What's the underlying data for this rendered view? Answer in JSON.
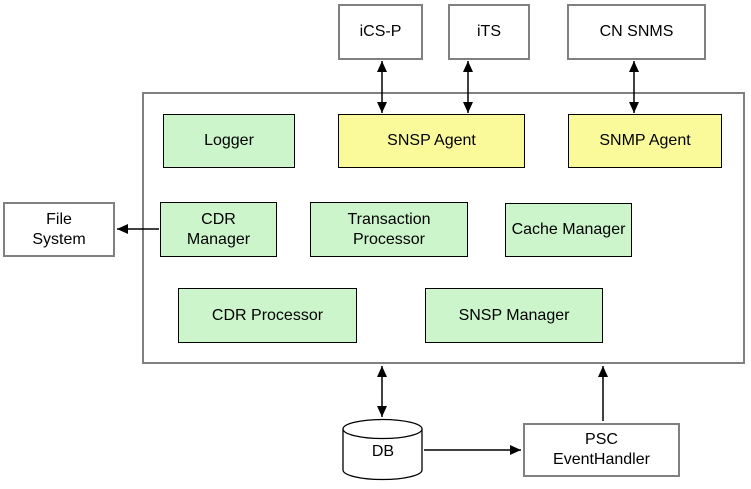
{
  "labels": {
    "icsp": "iCS-P",
    "its": "iTS",
    "cn_snms": "CN SNMS",
    "logger": "Logger",
    "snsp_agent": "SNSP Agent",
    "snmp_agent": "SNMP Agent",
    "file_system": "File\nSystem",
    "cdr_manager": "CDR\nManager",
    "transaction_processor": "Transaction\nProcessor",
    "cache_manager": "Cache Manager",
    "cdr_processor": "CDR Processor",
    "snsp_manager": "SNSP Manager",
    "db": "DB",
    "psc_eventhandler": "PSC\nEventHandler"
  },
  "colors": {
    "module_green": "#CCF5CC",
    "agent_yellow": "#FAFA9B",
    "outer_box_border": "#808080",
    "module_border": "#000000",
    "arrow": "#000000",
    "background": "#ffffff",
    "text": "#000000"
  },
  "edges": [
    {
      "from": "iCS-P",
      "to": "SNSP Agent",
      "type": "bidirectional"
    },
    {
      "from": "iTS",
      "to": "SNSP Agent",
      "type": "bidirectional"
    },
    {
      "from": "CN SNMS",
      "to": "SNMP Agent",
      "type": "bidirectional"
    },
    {
      "from": "CDR Manager",
      "to": "File System",
      "type": "directed"
    },
    {
      "from": "main-container",
      "to": "DB",
      "type": "bidirectional"
    },
    {
      "from": "DB",
      "to": "PSC EventHandler",
      "type": "directed"
    },
    {
      "from": "PSC EventHandler",
      "to": "main-container",
      "type": "directed"
    }
  ]
}
